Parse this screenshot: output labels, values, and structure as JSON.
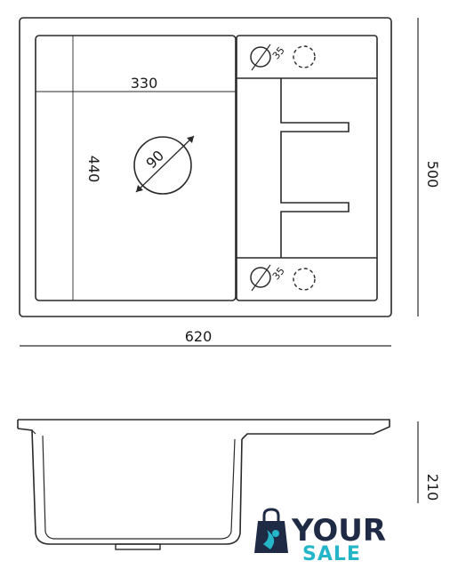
{
  "dimensions": {
    "bowl_width": "330",
    "bowl_height": "440",
    "drain_diameter": "90",
    "tap_hole_top": "35",
    "tap_hole_bottom": "35",
    "total_width": "620",
    "total_depth": "500",
    "height": "210"
  },
  "logo": {
    "word1": "YOUR",
    "word2": "SALE",
    "color_dark": "#1f2a44",
    "color_accent": "#24b5c8"
  }
}
